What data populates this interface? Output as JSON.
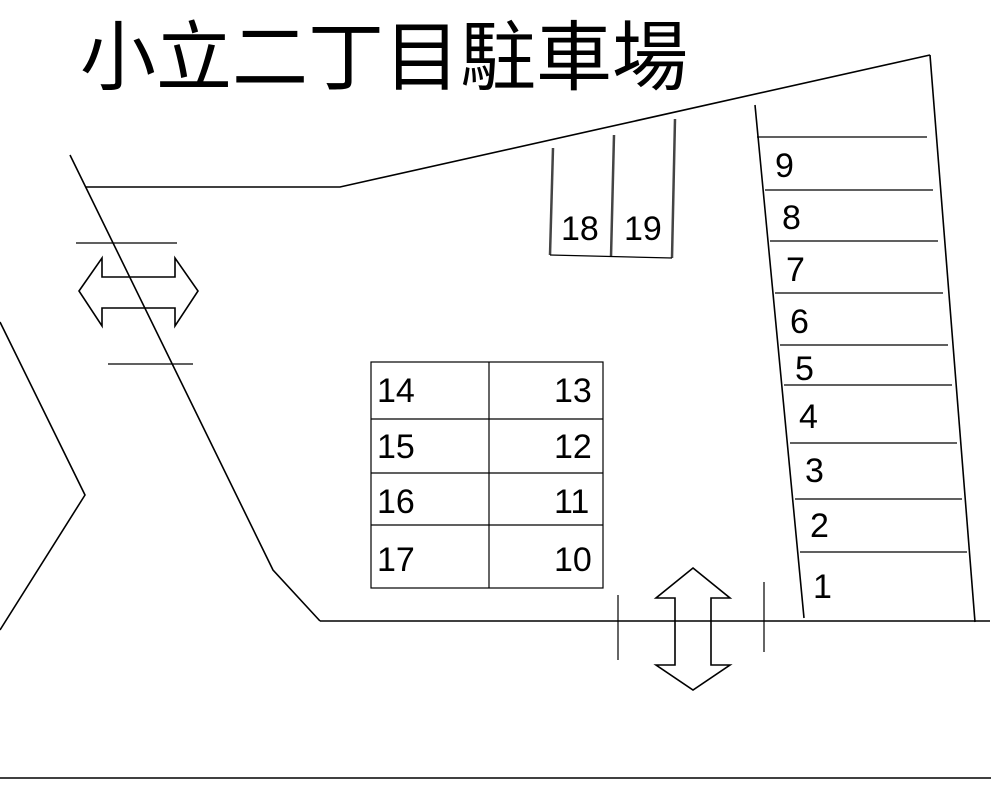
{
  "title": "小立二丁目駐車場",
  "spaces": {
    "s1": "1",
    "s2": "2",
    "s3": "3",
    "s4": "4",
    "s5": "5",
    "s6": "6",
    "s7": "7",
    "s8": "8",
    "s9": "9",
    "s10": "10",
    "s11": "11",
    "s12": "12",
    "s13": "13",
    "s14": "14",
    "s15": "15",
    "s16": "16",
    "s17": "17",
    "s18": "18",
    "s19": "19"
  },
  "icons": {
    "west_entrance": "double-arrow-horizontal",
    "south_entrance": "double-arrow-vertical"
  },
  "colors": {
    "ink": "#000000",
    "paper": "#ffffff"
  }
}
